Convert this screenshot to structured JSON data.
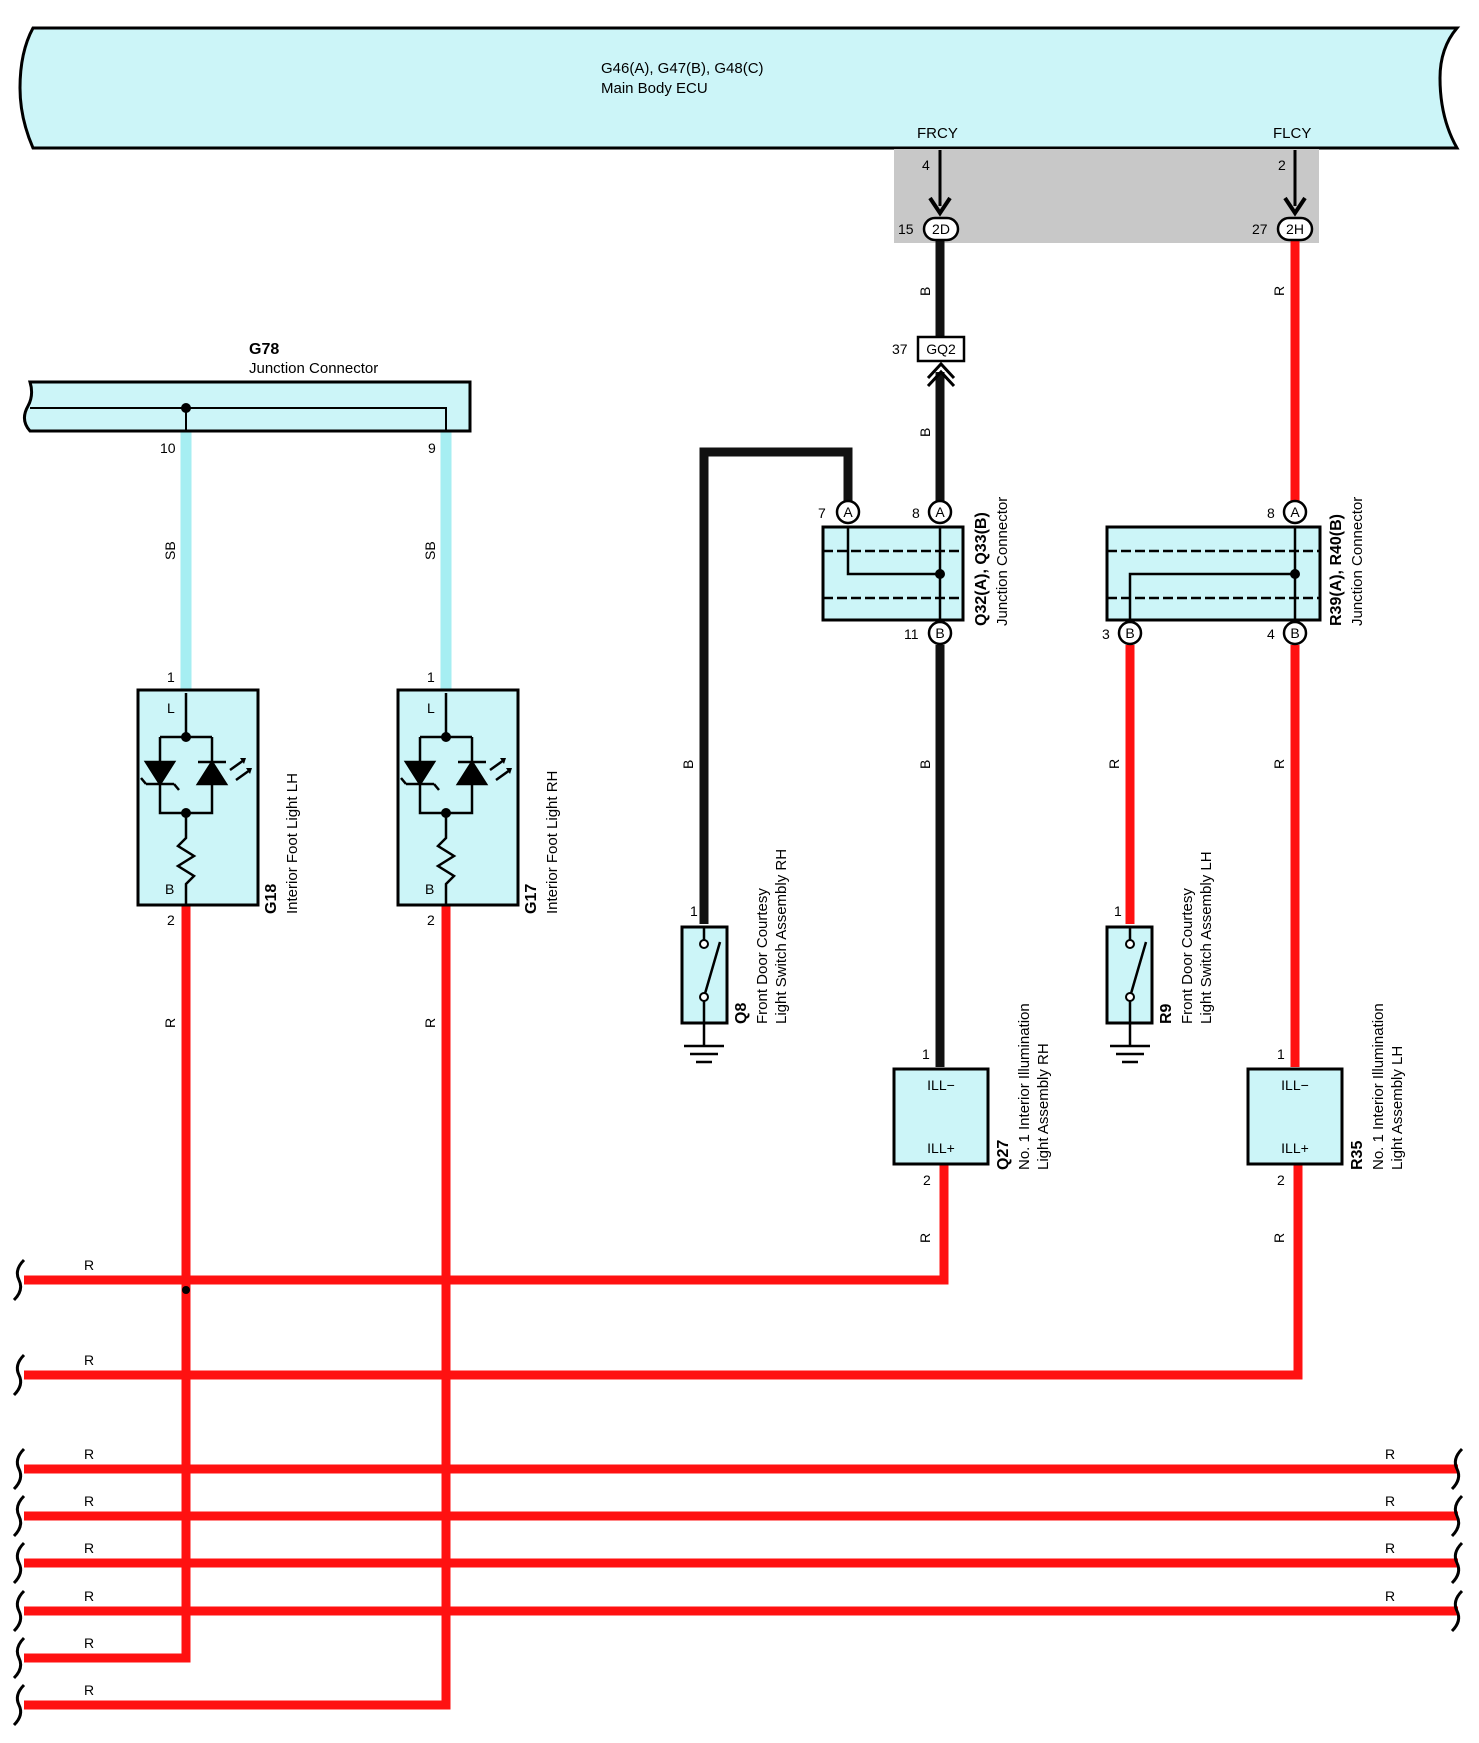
{
  "colors": {
    "component_fill": "#CCF5F8",
    "wire_red": "#FF1111",
    "wire_black": "#111111",
    "wire_skyblue": "#A6EEF2",
    "shade": "#C8C8C8"
  },
  "ecu": {
    "title": "G46(A), G47(B), G48(C)",
    "name": "Main Body ECU",
    "terminal_frcy": "FRCY",
    "terminal_flcy": "FLCY",
    "pin_frcy": "4",
    "pin_flcy": "2"
  },
  "jb": {
    "pin_2d": "15",
    "label_2d": "2D",
    "pin_2h": "27",
    "label_2h": "2H"
  },
  "gq2": {
    "pin": "37",
    "label": "GQ2"
  },
  "g78": {
    "title": "G78",
    "name": "Junction Connector",
    "pin_left": "10",
    "pin_right": "9"
  },
  "g18": {
    "code": "G18",
    "name": "Interior Foot Light LH",
    "pin_top": "1",
    "pin_bottom": "2",
    "term_top": "L",
    "term_bottom": "B"
  },
  "g17": {
    "code": "G17",
    "name": "Interior Foot Light RH",
    "pin_top": "1",
    "pin_bottom": "2",
    "term_top": "L",
    "term_bottom": "B"
  },
  "q32": {
    "code": "Q32(A), Q33(B)",
    "name": "Junction Connector",
    "pin_a7": "7",
    "pin_a8": "8",
    "pin_b11": "11",
    "badge_a": "A",
    "badge_b": "B"
  },
  "r39": {
    "code": "R39(A), R40(B)",
    "name": "Junction Connector",
    "pin_a8": "8",
    "pin_b3": "3",
    "pin_b4": "4",
    "badge_a": "A",
    "badge_b": "B"
  },
  "q8": {
    "code": "Q8",
    "name_line1": "Front Door Courtesy",
    "name_line2": "Light Switch Assembly RH",
    "pin": "1"
  },
  "r9": {
    "code": "R9",
    "name_line1": "Front Door Courtesy",
    "name_line2": "Light Switch Assembly LH",
    "pin": "1"
  },
  "q27": {
    "code": "Q27",
    "name_line1": "No. 1 Interior Illumination",
    "name_line2": "Light Assembly RH",
    "pin_top": "1",
    "pin_bottom": "2",
    "term_top": "ILL−",
    "term_bottom": "ILL+"
  },
  "r35": {
    "code": "R35",
    "name_line1": "No. 1 Interior Illumination",
    "name_line2": "Light Assembly LH",
    "pin_top": "1",
    "pin_bottom": "2",
    "term_top": "ILL−",
    "term_bottom": "ILL+"
  },
  "wire_codes": {
    "b": "B",
    "r": "R",
    "sb": "SB"
  }
}
